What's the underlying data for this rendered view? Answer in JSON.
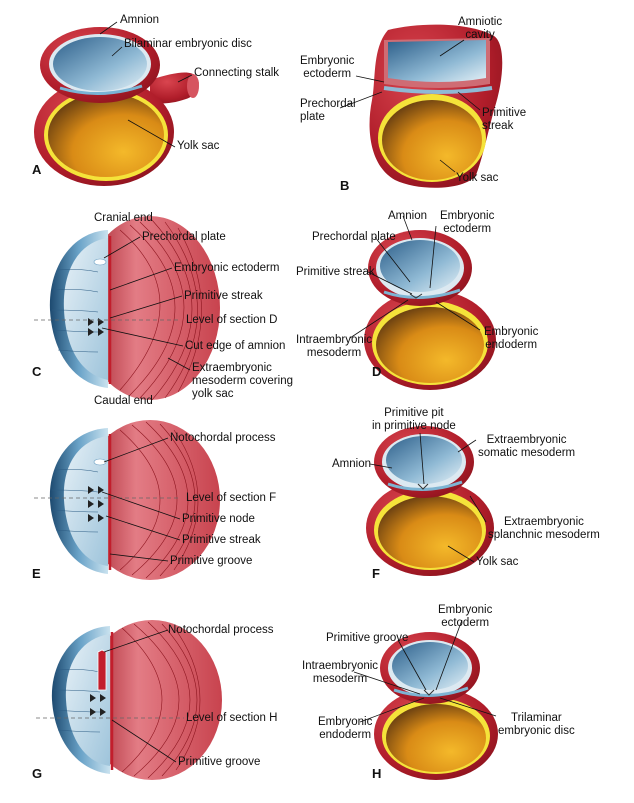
{
  "panels": {
    "A": {
      "letter": "A",
      "amnion": "Amnion",
      "bilaminar": "Bilaminar embryonic disc",
      "stalk": "Connecting stalk",
      "yolk": "Yolk sac"
    },
    "B": {
      "letter": "B",
      "amniotic_cavity": "Amniotic\ncavity",
      "ectoderm": "Embryonic\nectoderm",
      "prechordal": "Prechordal\nplate",
      "streak": "Primitive\nstreak",
      "yolk": "Yolk sac"
    },
    "C": {
      "letter": "C",
      "cranial": "Cranial end",
      "prechordal": "Prechordal plate",
      "ectoderm": "Embryonic ectoderm",
      "streak": "Primitive streak",
      "level": "Level of section D",
      "cut_edge": "Cut edge of amnion",
      "extra_meso": "Extraembryonic\nmesoderm covering\nyolk sac",
      "caudal": "Caudal end"
    },
    "D": {
      "letter": "D",
      "amnion": "Amnion",
      "ectoderm": "Embryonic\nectoderm",
      "prechordal": "Prechordal plate",
      "streak": "Primitive streak",
      "intra_meso": "Intraembryonic\nmesoderm",
      "endoderm": "Embryonic\nendoderm"
    },
    "E": {
      "letter": "E",
      "notochordal": "Notochordal process",
      "level": "Level of section F",
      "node": "Primitive node",
      "streak": "Primitive streak",
      "groove": "Primitive groove"
    },
    "F": {
      "letter": "F",
      "pit": "Primitive pit\nin primitive node",
      "somatic": "Extraembryonic\nsomatic mesoderm",
      "amnion": "Amnion",
      "splanchnic": "Extraembryonic\nsplanchnic mesoderm",
      "yolk": "Yolk sac"
    },
    "G": {
      "letter": "G",
      "notochordal": "Notochordal process",
      "level": "Level of section H",
      "groove": "Primitive groove"
    },
    "H": {
      "letter": "H",
      "ectoderm": "Embryonic\nectoderm",
      "groove": "Primitive groove",
      "intra_meso": "Intraembryonic\nmesoderm",
      "endoderm": "Embryonic\nendoderm",
      "trilaminar": "Trilaminar\nembryonic disc"
    }
  },
  "colors": {
    "mesoderm_red": "#b8202e",
    "yolk_gold": "#e8a21c",
    "yolk_rim": "#f5e33a",
    "amnion_blue": "#4f86ad",
    "cavity_light": "#cfe3ee"
  }
}
